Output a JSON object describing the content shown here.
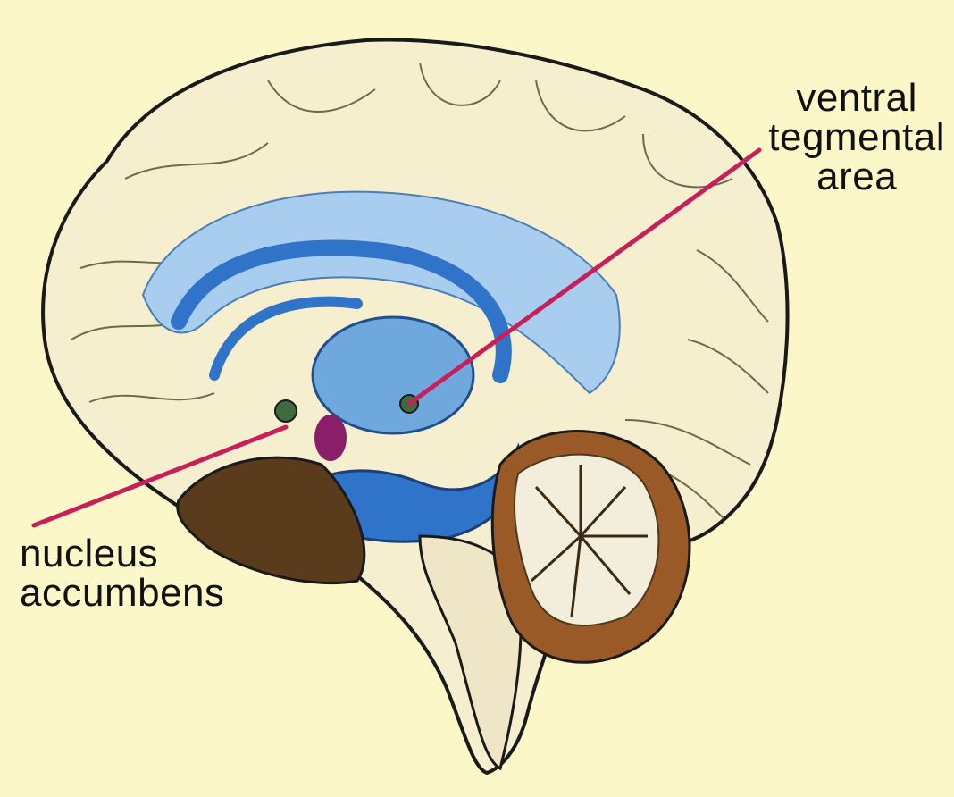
{
  "labels": {
    "vta": [
      "ventral",
      "tegmental",
      "area"
    ],
    "nucleus_accumbens": [
      "nucleus",
      "accumbens"
    ]
  },
  "colors": {
    "background": "#fcf7c8",
    "cortex": "#f6efcf",
    "ventricle": "#a9cdef",
    "limbic": "#2f74c8",
    "pointer": "#c81e5a",
    "cerebellum_white": "#f3eedb",
    "cerebellum_brown": "#9a5a28",
    "temporal": "#5a3c1c",
    "brainstem": "#efe6c8"
  }
}
